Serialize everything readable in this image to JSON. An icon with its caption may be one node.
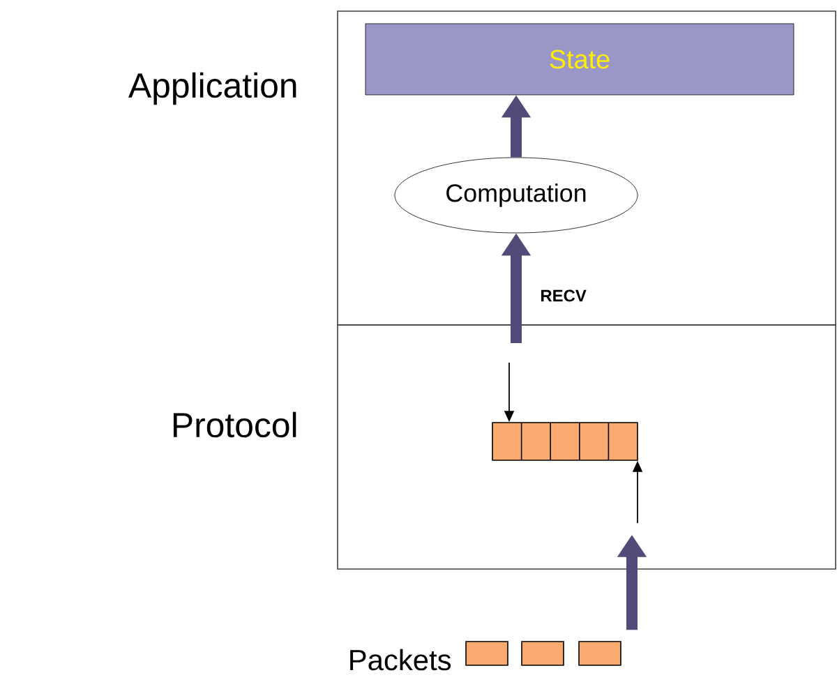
{
  "diagram": {
    "nodes": [
      {
        "text": [
          "Application"
        ]
      },
      {
        "text": [
          "State"
        ],
        "in": 0
      },
      {
        "text": [
          "Computation"
        ],
        "in": 0
      },
      {
        "text": [
          "Protocol"
        ]
      },
      {
        "text": [],
        "shape": "box",
        "in": 3
      },
      {
        "text": [],
        "shape": "box"
      },
      {
        "text": [],
        "shape": "box"
      },
      {
        "text": [],
        "shape": "box"
      }
    ],
    "edges": [
      {
        "from": 2,
        "to": 1,
        "arrow": "to"
      },
      {
        "from": null,
        "to": 2,
        "arrow": "to",
        "label": "RECV"
      },
      {
        "from": null,
        "to": 4,
        "arrow": "to",
        "color": "#000000"
      },
      {
        "from": null,
        "to": 4,
        "arrow": "to",
        "color": "#000000"
      },
      {
        "from": 7,
        "to": 3,
        "arrow": "to"
      }
    ],
    "labels": [
      "Packets"
    ]
  }
}
